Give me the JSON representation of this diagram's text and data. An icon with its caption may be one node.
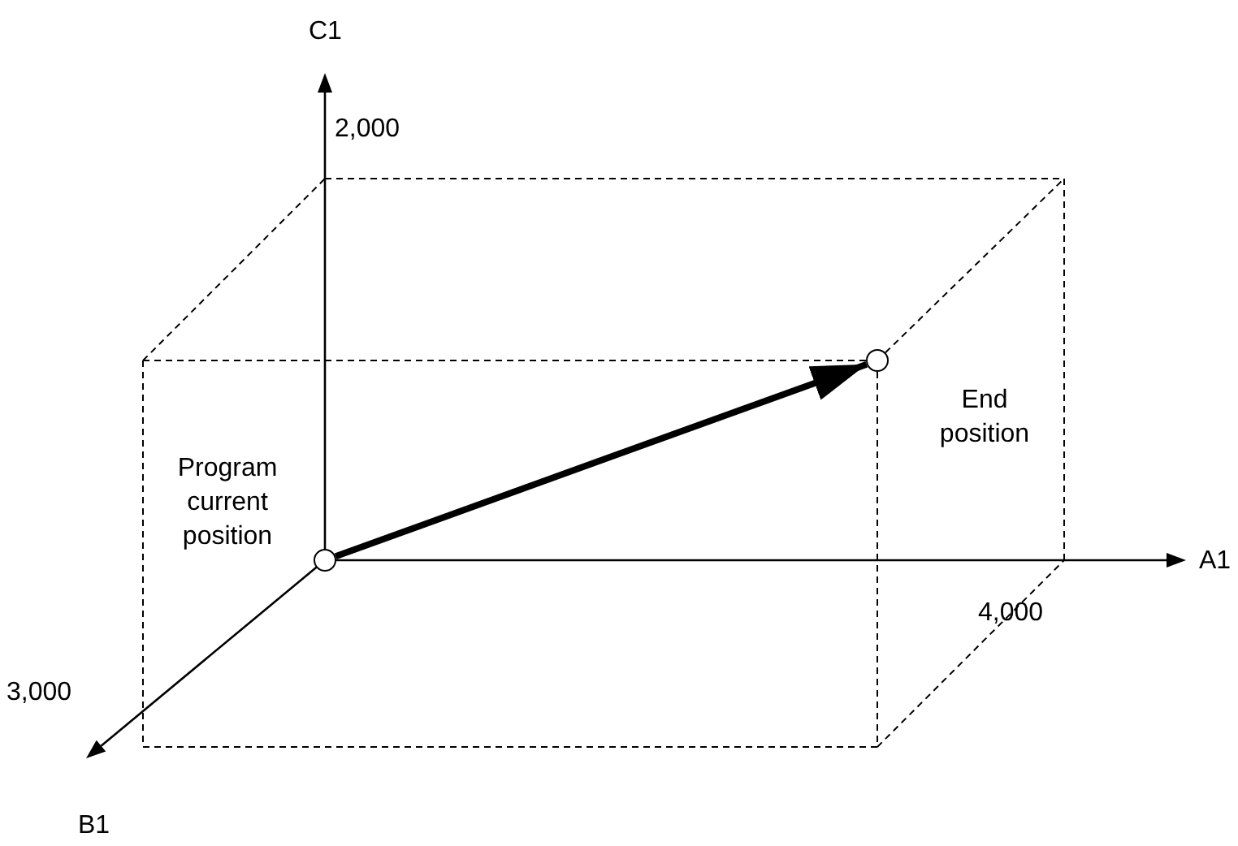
{
  "diagram": {
    "nodes": [
      {
        "text": [],
        "shape": "circle",
        "beside": [
          "Program current position"
        ]
      },
      {
        "text": [],
        "shape": "circle",
        "beside": [
          "End position"
        ]
      }
    ],
    "edges": [
      {
        "from": 0,
        "to": 1,
        "arrow": "to"
      }
    ],
    "labels": [
      "C1",
      "2,000",
      "A1",
      "4,000",
      "3,000",
      "B1"
    ]
  }
}
